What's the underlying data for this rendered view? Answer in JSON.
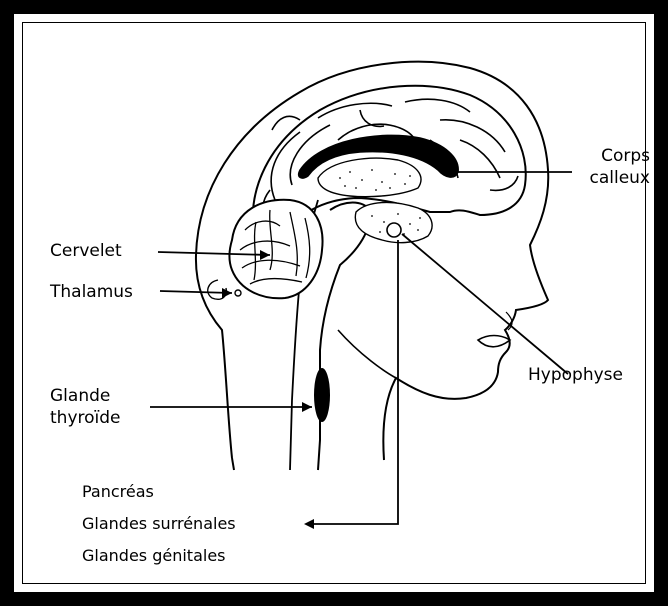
{
  "labels": {
    "cervelet": "Cervelet",
    "thalamus": "Thalamus",
    "glande_line1": "Glande",
    "glande_line2": "thyroïde",
    "corps_line1": "Corps",
    "corps_line2": "calleux",
    "hypophyse": "Hypophyse",
    "pancreas": "Pancréas",
    "surrenales": "Glandes surrénales",
    "genitales": "Glandes génitales"
  }
}
